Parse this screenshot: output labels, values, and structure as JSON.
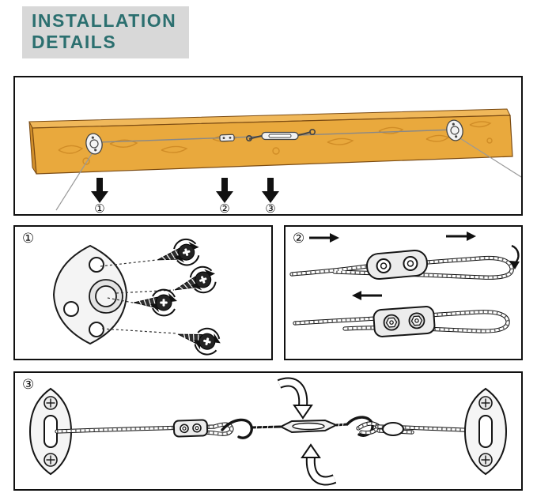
{
  "title": {
    "line1": "INSTALLATION",
    "line2": "DETAILS"
  },
  "overview": {
    "step_markers": [
      "①",
      "②",
      "③"
    ]
  },
  "steps": {
    "step1": {
      "label": "①"
    },
    "step2": {
      "label": "②"
    },
    "step3": {
      "label": "③"
    }
  },
  "colors": {
    "background": "#ffffff",
    "title_bg": "#d8d8d8",
    "title_text": "#2b6f6f",
    "panel_border": "#101010",
    "wood": "#e9a93d",
    "wood_top": "#f0b85a",
    "wood_grain": "#c8831f",
    "hardware_fill": "#ececec",
    "line": "#151515"
  },
  "icons": [
    {
      "name": "down-arrow-icon",
      "shape": "solid black downward arrow"
    },
    {
      "name": "right-arrow-icon",
      "shape": "solid black rightward arrow"
    },
    {
      "name": "left-arrow-icon",
      "shape": "solid black leftward arrow"
    },
    {
      "name": "rotate-arrow-icon",
      "shape": "curved arrows circling screw head"
    },
    {
      "name": "turn-arrow-icon",
      "shape": "large outlined curved arrow at turnbuckle"
    }
  ]
}
